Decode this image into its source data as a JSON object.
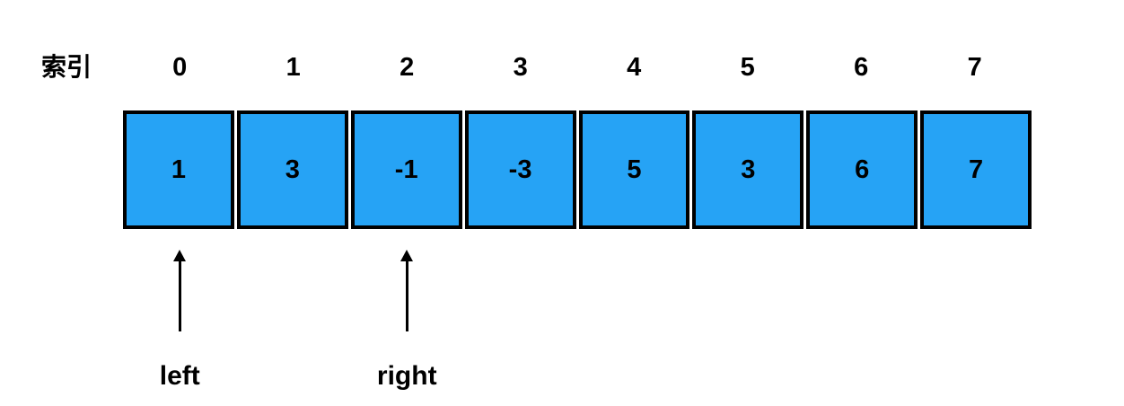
{
  "diagram": {
    "index_axis_label": "索引",
    "indices": [
      "0",
      "1",
      "2",
      "3",
      "4",
      "5",
      "6",
      "7"
    ],
    "cell_values": [
      "1",
      "3",
      "-1",
      "-3",
      "5",
      "3",
      "6",
      "7"
    ],
    "pointers": [
      {
        "label": "left",
        "cell_index": 0
      },
      {
        "label": "right",
        "cell_index": 2
      }
    ],
    "colors": {
      "cell_fill": "#26A3F5",
      "cell_border": "#000000",
      "arrow": "#000000",
      "text": "#000000",
      "background": "#FFFFFF"
    }
  }
}
